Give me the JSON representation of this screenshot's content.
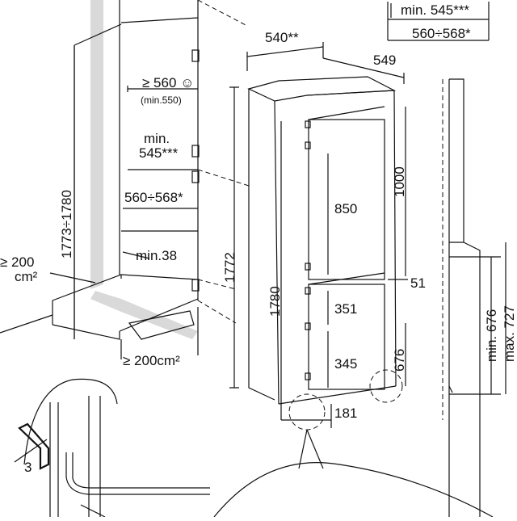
{
  "dimensions": {
    "top_min_545": "min. 545***",
    "top_560_568": "560÷568*",
    "depth_540": "540**",
    "depth_549": "549",
    "vent_top": "≥ 560 ☺",
    "vent_top_min": "(min.550)",
    "min_label": "min.",
    "niche_545": "545***",
    "niche_560_568": "560÷568*",
    "niche_height": "1773÷1780",
    "min_38": "min.38",
    "vent_left_value": "≥ 200",
    "vent_left_unit": "cm²",
    "vent_bottom": "≥ 200cm²",
    "appliance_1772": "1772",
    "appliance_1780": "1780",
    "door_1000": "1000",
    "door_850": "850",
    "gap_51": "51",
    "door_351": "351",
    "door_345": "345",
    "door_676": "676",
    "bottom_181": "181",
    "side_min_676": "min. 676",
    "side_max_727": "max. 727",
    "detail_3": "3"
  }
}
